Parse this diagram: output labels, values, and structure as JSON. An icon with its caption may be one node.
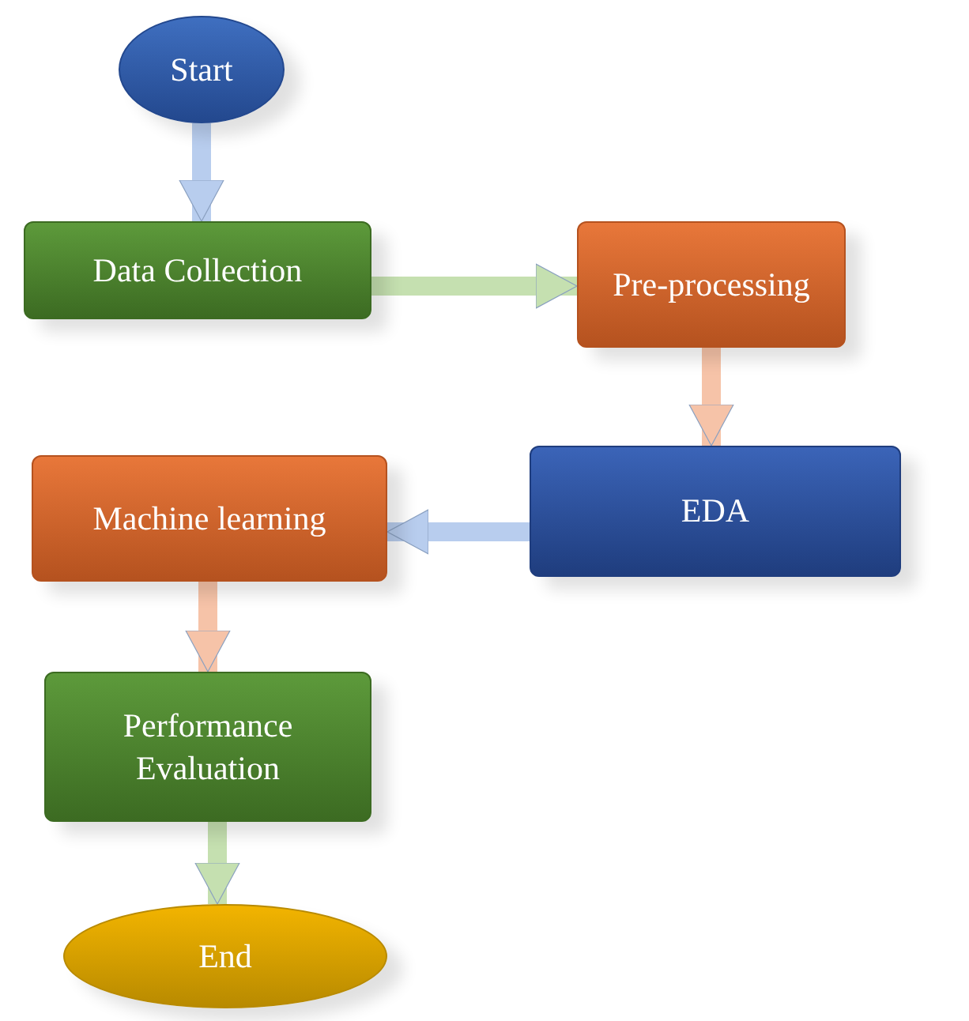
{
  "diagram": {
    "nodes": [
      {
        "text": [
          "Start"
        ]
      },
      {
        "text": [
          "Data Collection"
        ]
      },
      {
        "text": [
          "Pre-processing"
        ]
      },
      {
        "text": [
          "EDA"
        ]
      },
      {
        "text": [
          "Machine learning"
        ]
      },
      {
        "text": [
          "Performance Evaluation"
        ]
      },
      {
        "text": [
          "End"
        ]
      }
    ],
    "edges": [
      {
        "from": 0,
        "to": 1,
        "arrow": "to",
        "color": "#b8cdee"
      },
      {
        "from": 1,
        "to": 2,
        "arrow": "to",
        "color": "#c5e0b0"
      },
      {
        "from": 2,
        "to": 3,
        "arrow": "to",
        "color": "#f6c3a8"
      },
      {
        "from": 3,
        "to": 4,
        "arrow": "to",
        "color": "#b8cdee"
      },
      {
        "from": 4,
        "to": 5,
        "arrow": "to",
        "color": "#f6c3a8"
      },
      {
        "from": 5,
        "to": 6,
        "arrow": "to",
        "color": "#c5e0b0"
      }
    ]
  }
}
